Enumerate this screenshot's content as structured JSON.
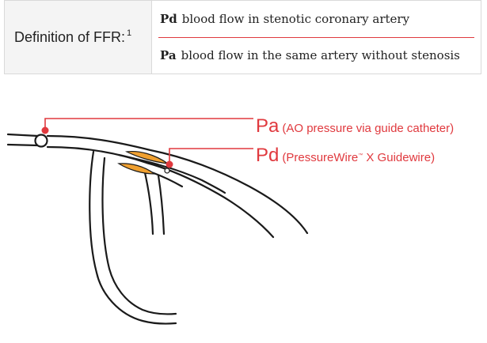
{
  "definition_table": {
    "label": "Definition of FFR:",
    "label_superscript": "1",
    "rows": [
      {
        "term": "Pd",
        "text": "blood flow in stenotic coronary artery"
      },
      {
        "term": "Pa",
        "text": "blood flow in the same artery without stenosis"
      }
    ]
  },
  "callouts": {
    "pa": {
      "symbol": "Pa",
      "description": "(AO pressure via guide catheter)"
    },
    "pd": {
      "symbol": "Pd",
      "description_prefix": "(PressureWire",
      "trademark": "™",
      "description_suffix": " X Guidewire)"
    }
  },
  "colors": {
    "accent_red": "#e0393e",
    "stenosis_orange": "#f0a030",
    "vessel_stroke": "#1a1a1a",
    "table_border": "#d9d9d9",
    "label_cell_bg": "#f4f4f4"
  }
}
